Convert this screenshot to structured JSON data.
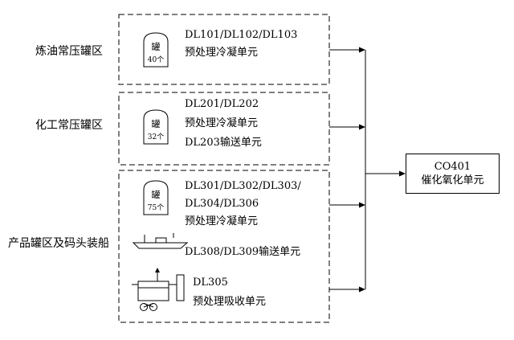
{
  "colors": {
    "ink": "#000000",
    "background": "#ffffff"
  },
  "areas": [
    {
      "label": "炼油常压罐区",
      "tank_glyph": "罐",
      "tank_count": "40个",
      "line1": "DL101/DL102/DL103",
      "line2": "预处理冷凝单元"
    },
    {
      "label": "化工常压罐区",
      "tank_glyph": "罐",
      "tank_count": "32个",
      "line1": "DL201/DL202",
      "line2": "预处理冷凝单元",
      "line3": "DL203输送单元"
    },
    {
      "label": "产品罐区及码头装船",
      "tank_glyph": "罐",
      "tank_count": "75个",
      "line1": "DL301/DL302/DL303/",
      "line2": "DL304/DL306",
      "line3": "预处理冷凝单元",
      "ship_line": "DL308/DL309输送单元",
      "absorber_line1": "DL305",
      "absorber_line2": "预处理吸收单元"
    }
  ],
  "target": {
    "code": "CO401",
    "name": "催化氧化单元"
  }
}
